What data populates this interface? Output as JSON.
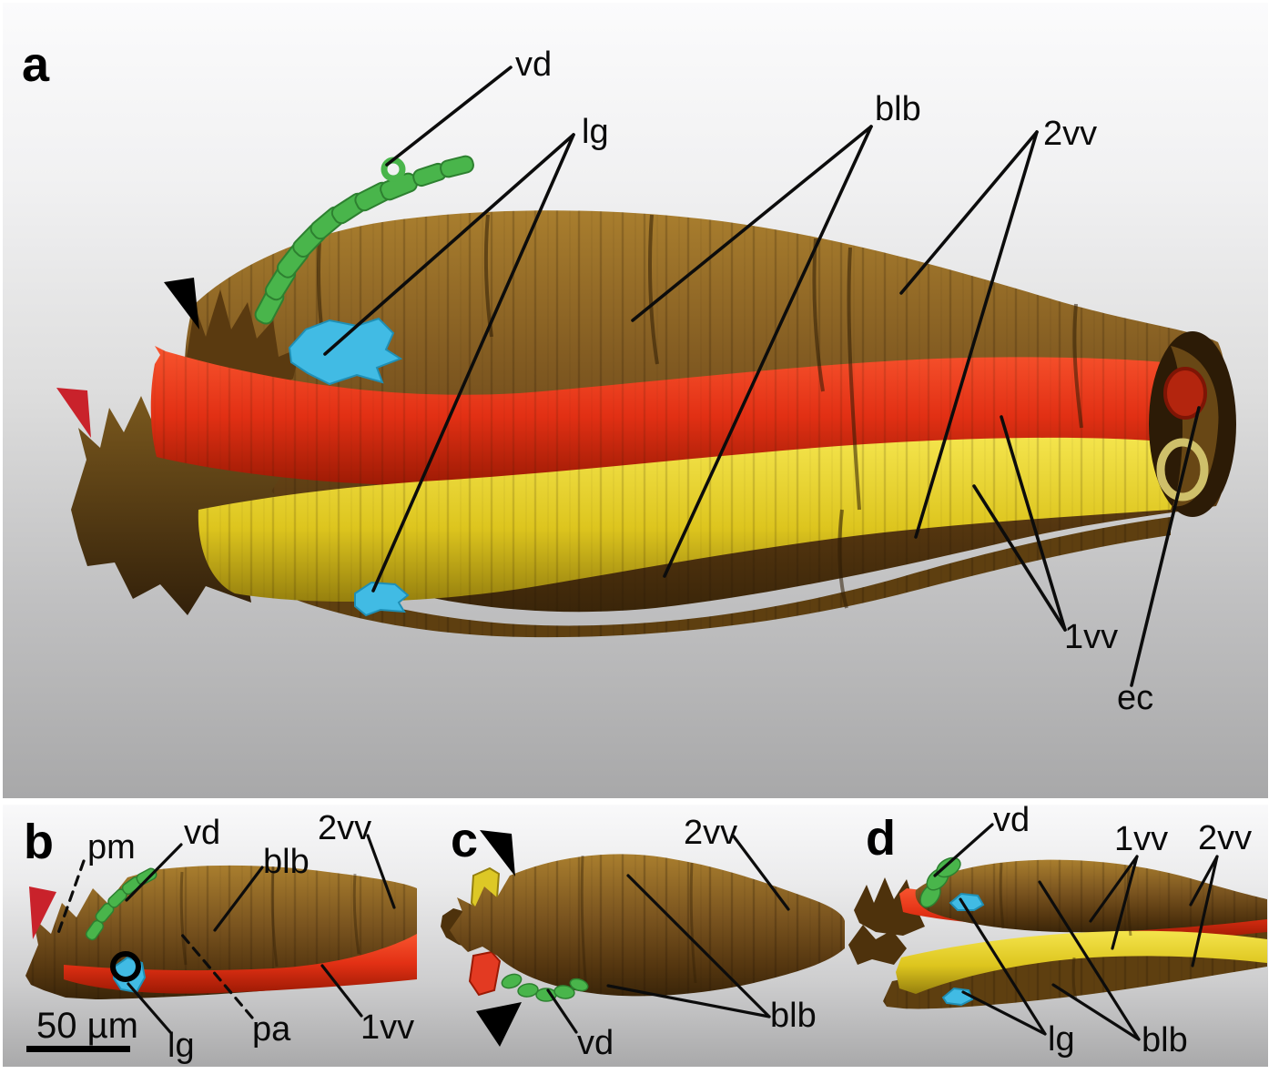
{
  "panels": {
    "a": {
      "letter": "a",
      "labels": {
        "vd": "vd",
        "lg": "lg",
        "blb": "blb",
        "vv2": "2vv",
        "vv1": "1vv",
        "ec": "ec"
      },
      "icons": [
        "black-arrowhead",
        "red-arrowhead"
      ]
    },
    "b": {
      "letter": "b",
      "labels": {
        "pm": "pm",
        "vd": "vd",
        "blb": "blb",
        "vv2": "2vv",
        "lg": "lg",
        "pa": "pa",
        "vv1": "1vv"
      },
      "scale_bar": {
        "label": "50 µm"
      },
      "icons": [
        "red-arrowhead",
        "black-circle"
      ]
    },
    "c": {
      "letter": "c",
      "labels": {
        "vv2": "2vv",
        "blb": "blb",
        "vd": "vd"
      },
      "icons": [
        "black-arrowhead-top",
        "black-arrowhead-bottom"
      ]
    },
    "d": {
      "letter": "d",
      "labels": {
        "vd": "vd",
        "vv1": "1vv",
        "vv2": "2vv",
        "lg": "lg",
        "blb": "blb"
      }
    }
  },
  "colors": {
    "structure_brown": "#7a541f",
    "structure_red": "#ee3b26",
    "structure_yellow": "#e9d62f",
    "structure_green": "#4db84e",
    "structure_blue": "#41bbe4",
    "arrowhead_red": "#c9222b",
    "annotation_black": "#0b0b0b",
    "background_top": "#fafafa",
    "background_bottom": "#a7a7a8"
  }
}
